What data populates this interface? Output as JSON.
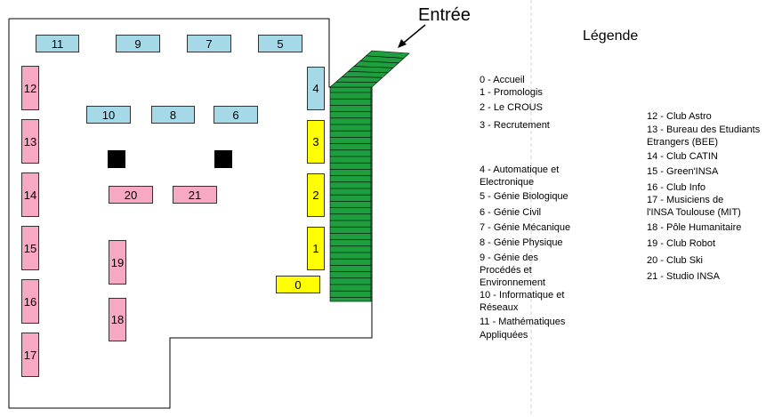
{
  "entree_label": "Entrée",
  "legend_title": "Légende",
  "colors": {
    "blue": "#a6d9e8",
    "pink": "#f7a9c4",
    "yellow": "#ffff00",
    "stairs": "#1e9e3e"
  },
  "stands": {
    "s0": "0",
    "s1": "1",
    "s2": "2",
    "s3": "3",
    "s4": "4",
    "s5": "5",
    "s6": "6",
    "s7": "7",
    "s8": "8",
    "s9": "9",
    "s10": "10",
    "s11": "11",
    "s12": "12",
    "s13": "13",
    "s14": "14",
    "s15": "15",
    "s16": "16",
    "s17": "17",
    "s18": "18",
    "s19": "19",
    "s20": "20",
    "s21": "21"
  },
  "legend": {
    "l0": "0 - Accueil",
    "l1": "1 - Promologis",
    "l2": "2 - Le CROUS",
    "l3": "3 - Recrutement",
    "l4a": "4 - Automatique et",
    "l4b": "Electronique",
    "l5": "5 - Génie Biologique",
    "l6": "6 - Génie Civil",
    "l7": "7 - Génie Mécanique",
    "l8": "8 - Génie Physique",
    "l9a": "9 - Génie des",
    "l9b": "Procédés et",
    "l9c": "Environnement",
    "l10a": "10 - Informatique et",
    "l10b": "Réseaux",
    "l11a": "11 - Mathématiques",
    "l11b": "Appliquées",
    "l12": "12 - Club Astro",
    "l13a": "13 - Bureau des Etudiants",
    "l13b": "Etrangers (BEE)",
    "l14": "14 - Club CATIN",
    "l15": "15 - Green'INSA",
    "l16": "16 - Club Info",
    "l17a": "17 - Musiciens de",
    "l17b": "l'INSA Toulouse (MIT)",
    "l18": "18 - Pôle Humanitaire",
    "l19": "19 - Club Robot",
    "l20": "20 - Club Ski",
    "l21": "21 - Studio INSA"
  }
}
